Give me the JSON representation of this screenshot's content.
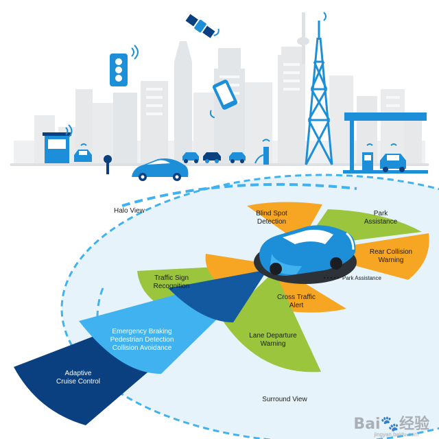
{
  "colors": {
    "blue": "#1d8fd8",
    "light_blue": "#3fb2ef",
    "navy": "#0a3f80",
    "navy_mid": "#13599f",
    "orange": "#f6a623",
    "green": "#9bc53d",
    "city": "#eaecee",
    "city_dark": "#d9dde1",
    "disk": "#e7f3fa"
  },
  "labels": {
    "halo_view": "Halo View",
    "blind_spot": "Blind Spot\nDetection",
    "park_assist": "Park\nAssistance",
    "rear_collision": "Rear Collision\nWarning",
    "park_assist_small": "Park Assistance",
    "traffic_sign": "Traffic Sign\nRecognition",
    "cross_traffic": "Cross Traffic\nAlert",
    "emergency": "Emergency Braking\nPedestrian Detection\nCollision Avoidance",
    "lane_departure": "Lane Departure\nWarning",
    "adaptive": "Adaptive\nCruise Control",
    "surround_view": "Surround View"
  },
  "watermark": {
    "brand": "Bai",
    "brand2": "经验",
    "url": "jingyan.baidu.com"
  }
}
